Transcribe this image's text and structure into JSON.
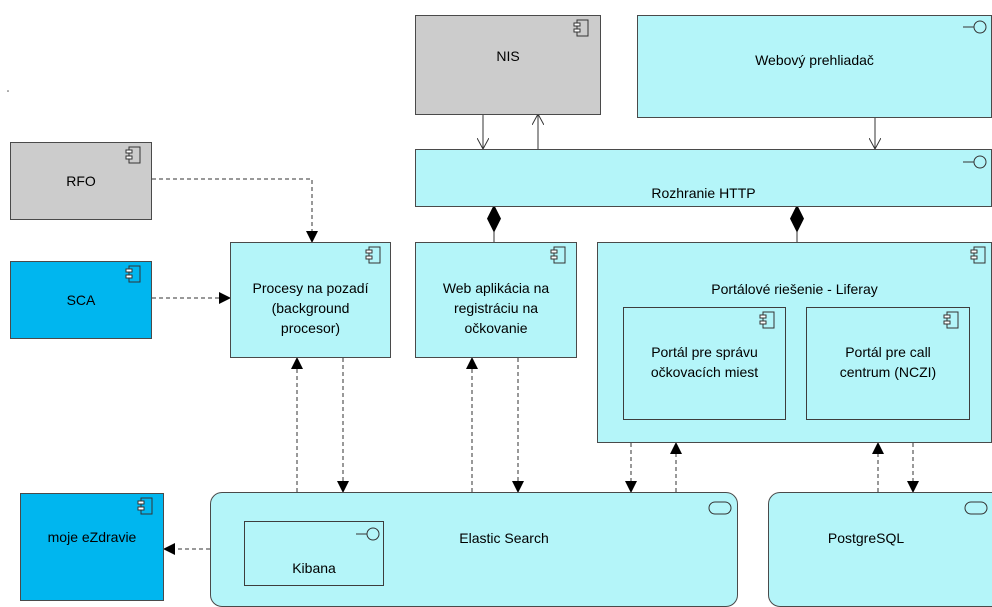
{
  "nodes": {
    "nis": "NIS",
    "browser": "Webový prehliadač",
    "http": "Rozhranie HTTP",
    "rfo": "RFO",
    "sca": "SCA",
    "background": "Procesy na pozadí (background procesor)",
    "webapp": "Web aplikácia na registráciu na očkovanie",
    "liferay": "Portálové riešenie - Liferay",
    "portal_places": "Portál pre správu očkovacích miest",
    "portal_callcenter": "Portál pre call centrum (NCZI)",
    "ezdravie": "moje eZdravie",
    "elastic": "Elastic Search",
    "kibana": "Kibana",
    "postgres": "PostgreSQL"
  },
  "colors": {
    "application": "#b4f5f9",
    "external_gray": "#cccccc",
    "external_blue": "#00b6ef",
    "border": "#4a4a4a"
  },
  "icons": {
    "component": "component-icon",
    "interface": "interface-icon",
    "service": "service-icon"
  }
}
